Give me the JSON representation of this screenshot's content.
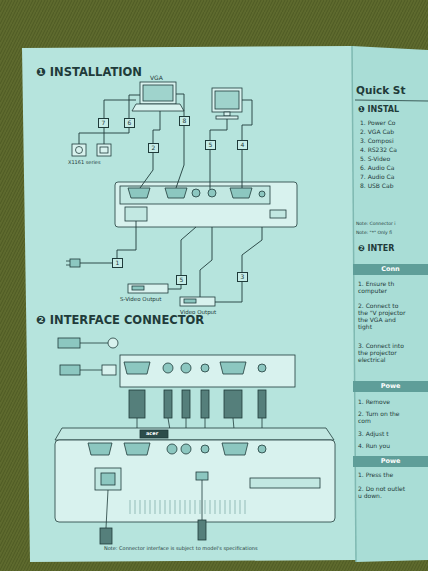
{
  "diagram": {
    "title": "❶ INSTALLATION",
    "nodes": [
      {
        "text": [
          "7"
        ]
      },
      {
        "text": [
          "6"
        ]
      },
      {
        "text": [
          "2"
        ]
      },
      {
        "text": [
          "8"
        ]
      },
      {
        "text": [
          "5"
        ]
      },
      {
        "text": [
          "4"
        ]
      },
      {
        "text": [
          "1"
        ]
      },
      {
        "text": [
          "5"
        ]
      },
      {
        "text": [
          "3"
        ]
      },
      {
        "text": [
          "Conn"
        ]
      },
      {
        "text": [
          "Powe"
        ]
      },
      {
        "text": [
          "Powe"
        ]
      }
    ],
    "labels": [
      "VGA",
      "X1161 series",
      "S-Video Output",
      "Video Output",
      "❷ INTERFACE CONNECTOR",
      "acer",
      "Note: Connector interface is subject to model's specifications",
      "Quick St",
      "❶ INSTAL",
      "1. Power Co",
      "2. VGA Cab",
      "3. Composi",
      "4. RS232 Ca",
      "5. S-Video",
      "6. Audio Ca",
      "7. Audio Ca",
      "8. USB Cab",
      "Note: Connector i",
      "Note: \"*\" Only fi",
      "❷ INTER",
      "1. Ensure th computer",
      "2. Connect to the \"V projector the VGA and tight",
      "3. Connect into the projector electrical",
      "1. Remove",
      "2. Turn on the com",
      "3. Adjust t",
      "4. Run you",
      "1. Press the",
      "2. Do not outlet u down."
    ]
  }
}
